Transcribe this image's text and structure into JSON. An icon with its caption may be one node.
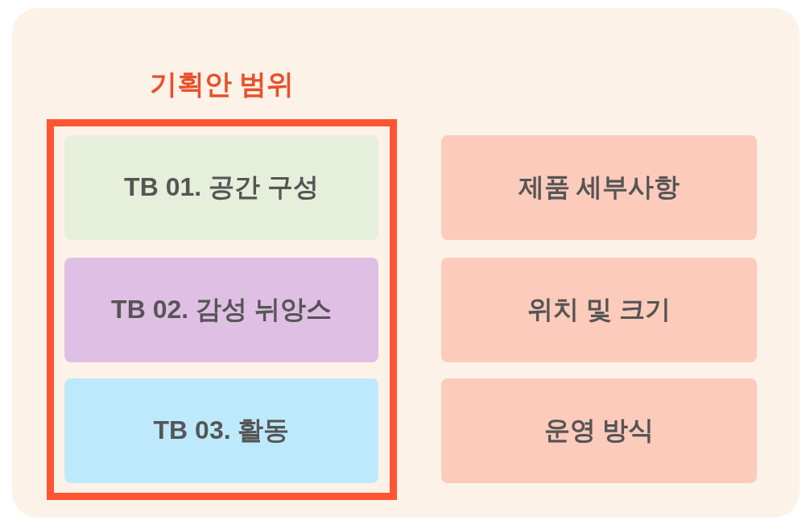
{
  "diagram": {
    "nodes": [
      {
        "text": [
          "기획안 범위"
        ]
      },
      {
        "text": [
          "TB 01. 공간 구성"
        ],
        "in": 0
      },
      {
        "text": [
          "TB 02. 감성 뉘앙스"
        ],
        "in": 0
      },
      {
        "text": [
          "TB 03. 활동"
        ],
        "in": 0
      },
      {
        "text": [
          "제품 세부사항"
        ]
      },
      {
        "text": [
          "위치 및 크기"
        ]
      },
      {
        "text": [
          "운영 방식"
        ]
      }
    ],
    "edges": []
  }
}
